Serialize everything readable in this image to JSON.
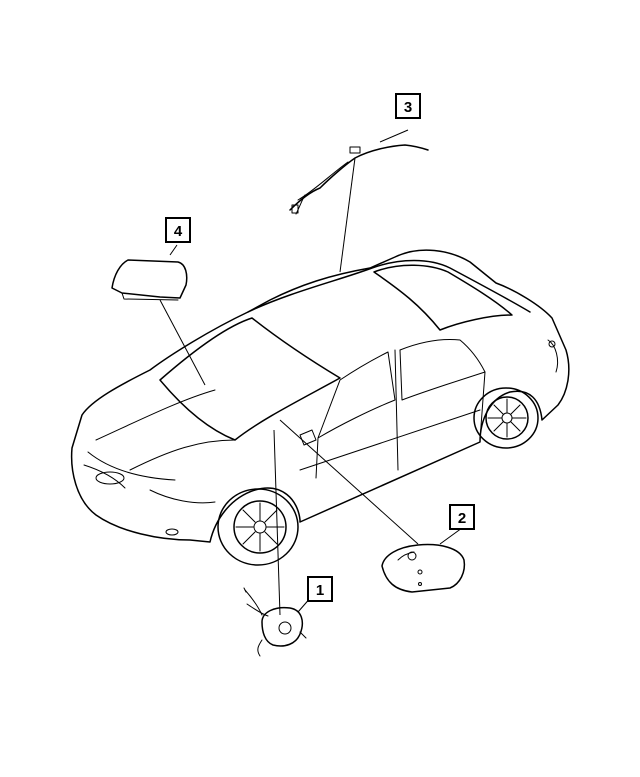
{
  "callouts": [
    {
      "id": "1",
      "label": "1",
      "part": "clockspring"
    },
    {
      "id": "2",
      "label": "2",
      "part": "driver-airbag"
    },
    {
      "id": "3",
      "label": "3",
      "part": "side-curtain-airbag"
    },
    {
      "id": "4",
      "label": "4",
      "part": "passenger-airbag"
    }
  ]
}
